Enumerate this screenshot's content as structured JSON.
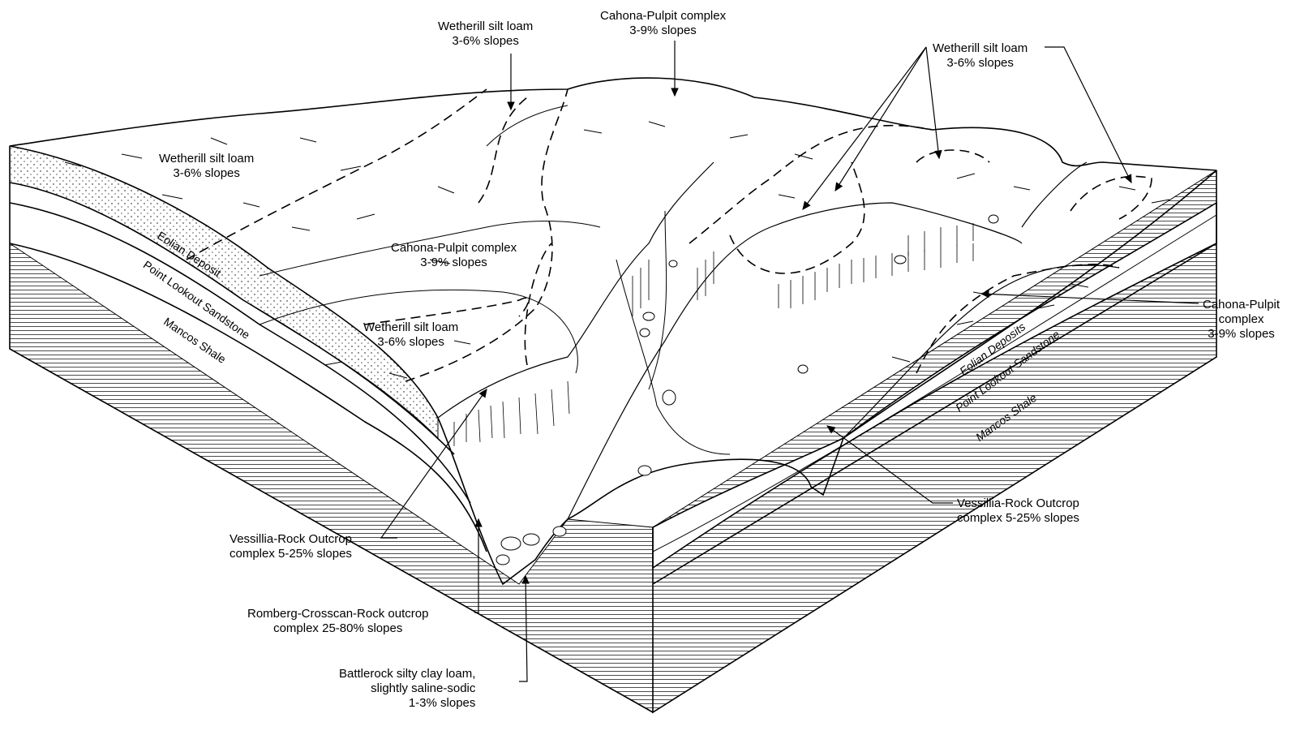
{
  "title": "Soil block diagram",
  "labels": {
    "wetherill_top": [
      "Wetherill silt loam",
      "3-6% slopes"
    ],
    "cahona_top": [
      "Cahona-Pulpit complex",
      "3-9% slopes"
    ],
    "wetherill_right": [
      "Wetherill silt loam",
      "3-6% slopes"
    ],
    "wetherill_left": [
      "Wetherill silt loam",
      "3-6% slopes"
    ],
    "cahona_center": [
      "Cahona-Pulpit complex",
      "3-9% slopes"
    ],
    "wetherill_center": [
      "Wetherill silt loam",
      "3-6% slopes"
    ],
    "cahona_right": [
      "Cahona-Pulpit",
      "complex",
      "3-9% slopes"
    ],
    "vessillia_left": [
      "Vessillia-Rock Outcrop",
      "complex 5-25% slopes"
    ],
    "vessillia_right": [
      "Vessillia-Rock Outcrop",
      "complex 5-25% slopes"
    ],
    "romberg": [
      "Romberg-Crosscan-Rock outcrop",
      "complex 25-80% slopes"
    ],
    "battlerock": [
      "Battlerock silty clay loam,",
      "slightly saline-sodic",
      "1-3% slopes"
    ]
  },
  "strata_left": [
    "Eolian Deposit",
    "Point Lookout Sandstone",
    "Mancos Shale"
  ],
  "strata_right": [
    "Eolian Deposits",
    "Point Lookout Sandstone",
    "Mancos Shale"
  ]
}
